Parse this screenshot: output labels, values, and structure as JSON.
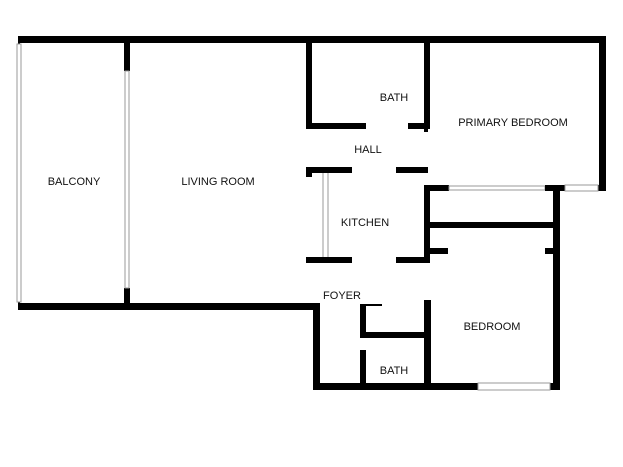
{
  "floor_plan": {
    "rooms": {
      "balcony": "BALCONY",
      "living_room": "LIVING ROOM",
      "bath_upper": "BATH",
      "hall": "HALL",
      "primary_bedroom": "PRIMARY BEDROOM",
      "kitchen": "KITCHEN",
      "foyer": "FOYER",
      "bedroom": "BEDROOM",
      "bath_lower": "BATH"
    },
    "colors": {
      "wall": "#000000",
      "window": "#9a9a9a",
      "background": "#ffffff"
    }
  }
}
